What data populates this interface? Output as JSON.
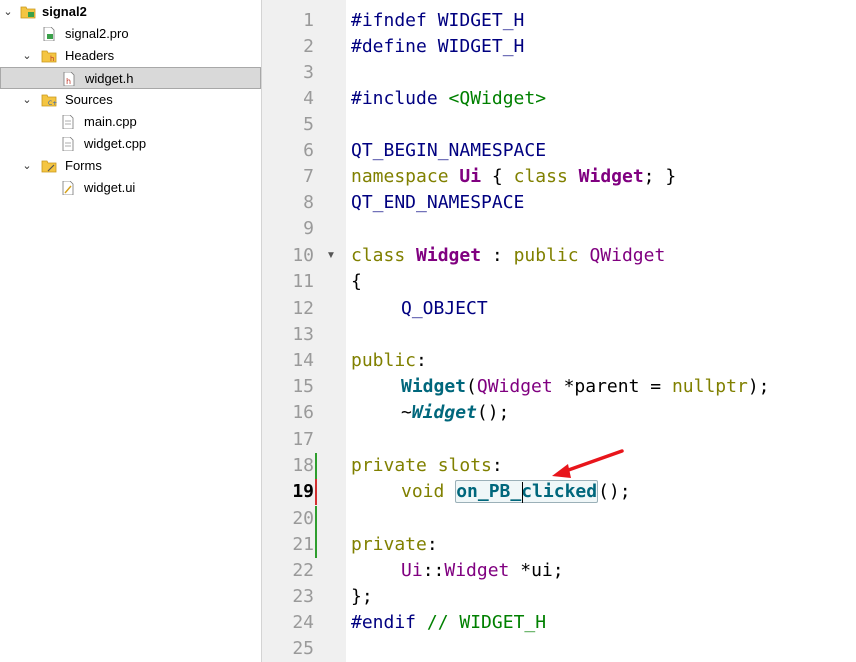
{
  "project_tree": {
    "root": {
      "label": "signal2"
    },
    "items": [
      {
        "label": "signal2.pro"
      },
      {
        "label": "Headers"
      },
      {
        "label": "widget.h"
      },
      {
        "label": "Sources"
      },
      {
        "label": "main.cpp"
      },
      {
        "label": "widget.cpp"
      },
      {
        "label": "Forms"
      },
      {
        "label": "widget.ui"
      }
    ]
  },
  "editor": {
    "line_numbers": [
      "1",
      "2",
      "3",
      "4",
      "5",
      "6",
      "7",
      "8",
      "9",
      "10",
      "11",
      "12",
      "13",
      "14",
      "15",
      "16",
      "17",
      "18",
      "19",
      "20",
      "21",
      "22",
      "23",
      "24",
      "25"
    ],
    "current_line": "19",
    "lines": {
      "l1_a": "#ifndef",
      "l1_b": " WIDGET_H",
      "l2_a": "#define",
      "l2_b": " WIDGET_H",
      "l4_a": "#include",
      "l4_b": " <QWidget>",
      "l6": "QT_BEGIN_NAMESPACE",
      "l7_a": "namespace",
      "l7_b": "Ui",
      "l7_c": "{",
      "l7_d": "class",
      "l7_e": "Widget",
      "l7_f": "; }",
      "l8": "QT_END_NAMESPACE",
      "l10_a": "class",
      "l10_b": "Widget",
      "l10_c": " : ",
      "l10_d": "public",
      "l10_e": "QWidget",
      "l11": "{",
      "l12": "Q_OBJECT",
      "l14_a": "public",
      "l14_b": ":",
      "l15_a": "Widget",
      "l15_b": "(",
      "l15_c": "QWidget",
      "l15_d": " *parent = ",
      "l15_e": "nullptr",
      "l15_f": ");",
      "l16_a": "~",
      "l16_b": "Widget",
      "l16_c": "();",
      "l18_a": "private",
      "l18_b": "slots",
      "l18_c": ":",
      "l19_a": "void",
      "l19_b": "on_PB_clicked",
      "l19_c": "();",
      "l21_a": "private",
      "l21_b": ":",
      "l22_a": "Ui",
      "l22_b": "::",
      "l22_c": "Widget",
      "l22_d": " *ui;",
      "l23": "};",
      "l24_a": "#endif",
      "l24_b": "// WIDGET_H"
    }
  },
  "colors": {
    "annotation_arrow": "#e8151b",
    "change_marker_green": "#2e9e2e",
    "change_marker_red": "#d23030"
  }
}
